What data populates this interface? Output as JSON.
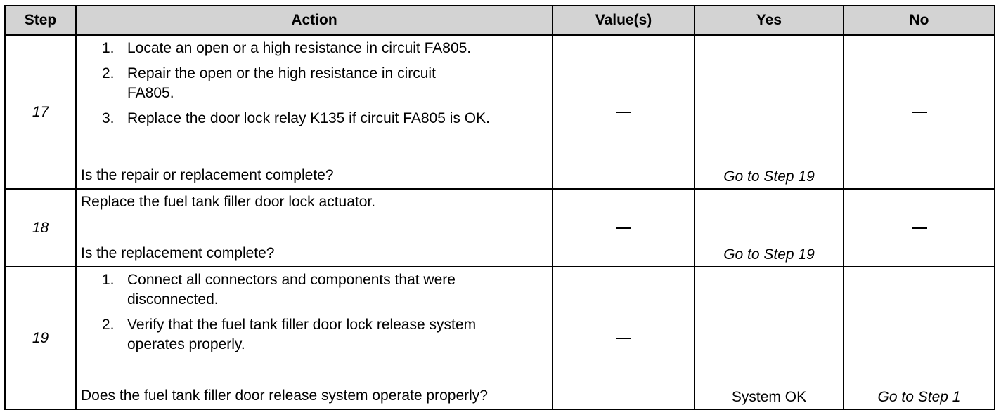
{
  "headers": {
    "step": "Step",
    "action": "Action",
    "values": "Value(s)",
    "yes": "Yes",
    "no": "No"
  },
  "rows": [
    {
      "step": "17",
      "items": [
        {
          "num": "1.",
          "text": "Locate an open or a high resistance in circuit FA805."
        },
        {
          "num": "2.",
          "text": "Repair the open or the high resistance in circuit FA805."
        },
        {
          "num": "3.",
          "text": "Replace the door lock relay K135 if circuit FA805 is OK."
        }
      ],
      "question": "Is the repair or replacement complete?",
      "values": "—",
      "yes": "Go to Step 19",
      "no": "—"
    },
    {
      "step": "18",
      "intro": "Replace the fuel tank filler door lock actuator.",
      "question": "Is the replacement complete?",
      "values": "—",
      "yes": "Go to Step 19",
      "no": "—"
    },
    {
      "step": "19",
      "items": [
        {
          "num": "1.",
          "text": "Connect all connectors and components that were disconnected."
        },
        {
          "num": "2.",
          "text": "Verify that the fuel tank filler door lock release system operates properly."
        }
      ],
      "question": "Does the fuel tank filler door release system operate properly?",
      "values": "—",
      "yes": "System OK",
      "no": "Go to Step 1"
    }
  ]
}
